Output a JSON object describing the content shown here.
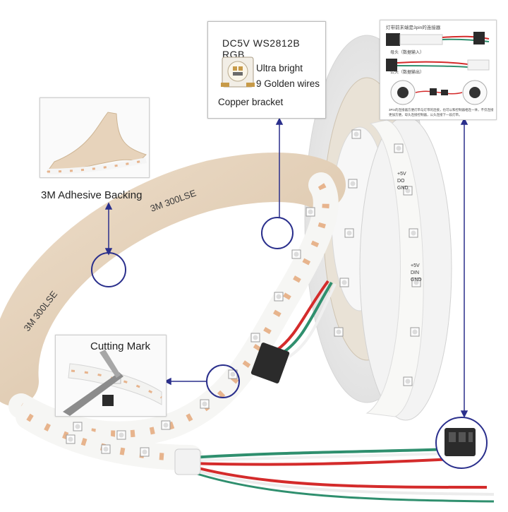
{
  "chip_callout": {
    "spec_line": "DC5V  WS2812B  RGB",
    "labels": [
      "Ultra bright",
      "9 Golden wires",
      "Copper bracket"
    ]
  },
  "connector_callout": {
    "title": "灯带前末端是3pin的连接器",
    "male_label": "母头（数据输入）",
    "female_label": "公头（数据输出）",
    "note_line1": "3Pin的连接器方便灯带与灯带的连接，也可以和控制器相连一体，不仅连接",
    "note_line2": "更加方便。母头连接控制器，公头连接下一段灯带。"
  },
  "adhesive_label": "3M Adhesive Backing",
  "cutting_label": "Cutting Mark",
  "tape_print": "3M 300LSE",
  "pad_labels": [
    "+5V",
    "DO",
    "GND",
    "+5V",
    "DIN",
    "GND"
  ],
  "colors": {
    "accent_line": "#2a2f8c",
    "strip_pcb": "#f6f6f4",
    "copper_pad": "#e7b48d",
    "backing_tape": "#e8d5bf",
    "wire_red": "#d42b2b",
    "wire_green": "#2f8f6e",
    "wire_white": "#f2f2f2"
  }
}
